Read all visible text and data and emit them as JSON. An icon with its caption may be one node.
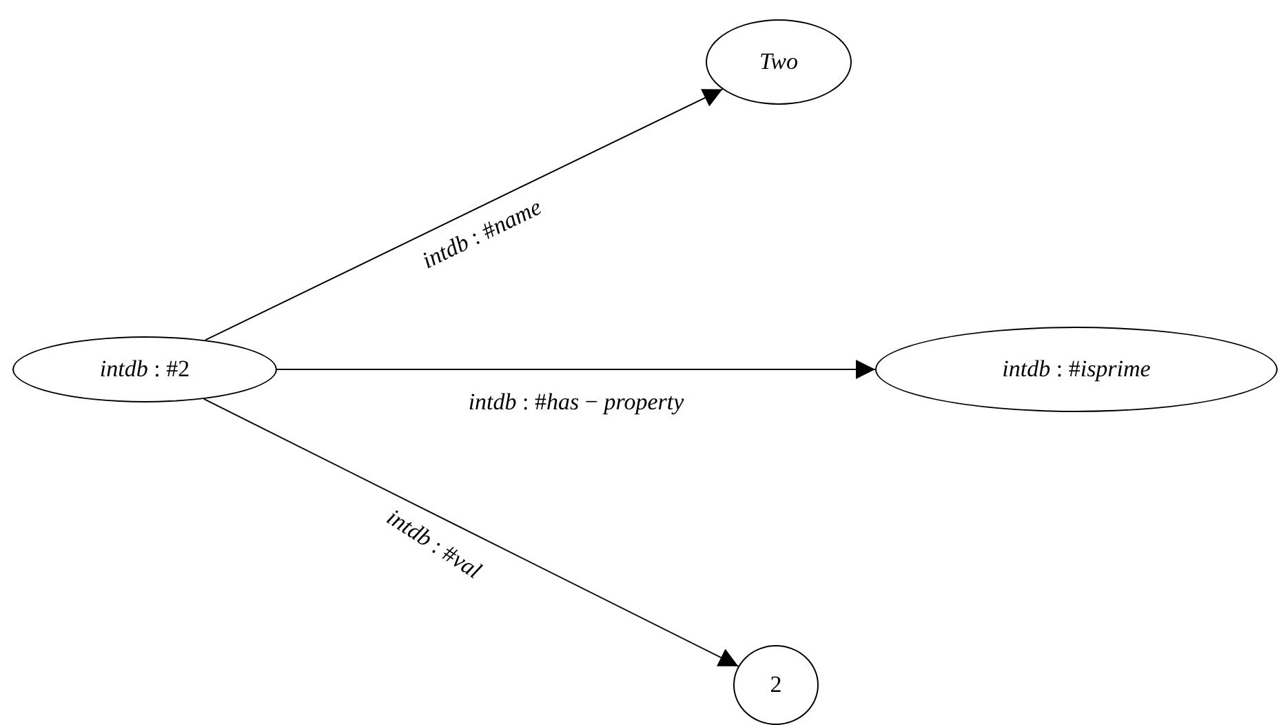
{
  "diagram": {
    "nodes": [
      {
        "text": [
          "*intdb* : #2"
        ]
      },
      {
        "text": [
          "*Two*"
        ]
      },
      {
        "text": [
          "*intdb* : #*isprime*"
        ]
      },
      {
        "text": [
          "2"
        ]
      }
    ],
    "edges": [
      {
        "from": 0,
        "to": 1,
        "arrow": "to",
        "label": "*intdb* : #*name*"
      },
      {
        "from": 0,
        "to": 2,
        "arrow": "to",
        "label": "*intdb* : #*has* − *property*"
      },
      {
        "from": 0,
        "to": 3,
        "arrow": "to",
        "label": "*intdb* : #*val*"
      }
    ]
  }
}
